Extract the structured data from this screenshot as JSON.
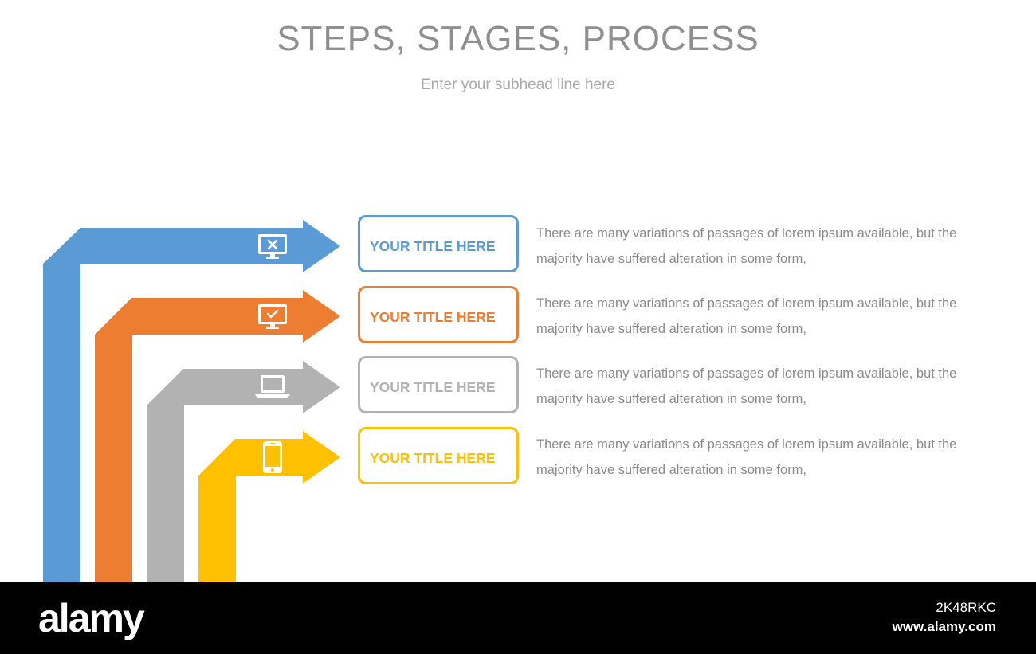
{
  "header": {
    "title": "STEPS, STAGES, PROCESS",
    "subtitle": "Enter your subhead line here"
  },
  "steps": [
    {
      "title": "YOUR TITLE HERE",
      "description": "There are many variations of passages of lorem ipsum available, but the majority have suffered alteration in some form,",
      "color": "#5b9bd5",
      "icon": "monitor-x-icon"
    },
    {
      "title": "YOUR TITLE HERE",
      "description": "There are many variations of passages of lorem ipsum available, but the majority have suffered alteration in some form,",
      "color": "#ed7d31",
      "icon": "monitor-check-icon"
    },
    {
      "title": "YOUR TITLE HERE",
      "description": "There are many variations of passages of lorem ipsum available, but the majority have suffered alteration in some form,",
      "color": "#a5a5a5",
      "icon": "laptop-icon"
    },
    {
      "title": "YOUR TITLE HERE",
      "description": "There are many variations of passages of lorem ipsum available, but the majority have suffered alteration in some form,",
      "color": "#ffc000",
      "icon": "smartphone-icon"
    }
  ],
  "watermark": {
    "logo": "alamy",
    "image_id": "2K48RKC",
    "url": "www.alamy.com"
  }
}
